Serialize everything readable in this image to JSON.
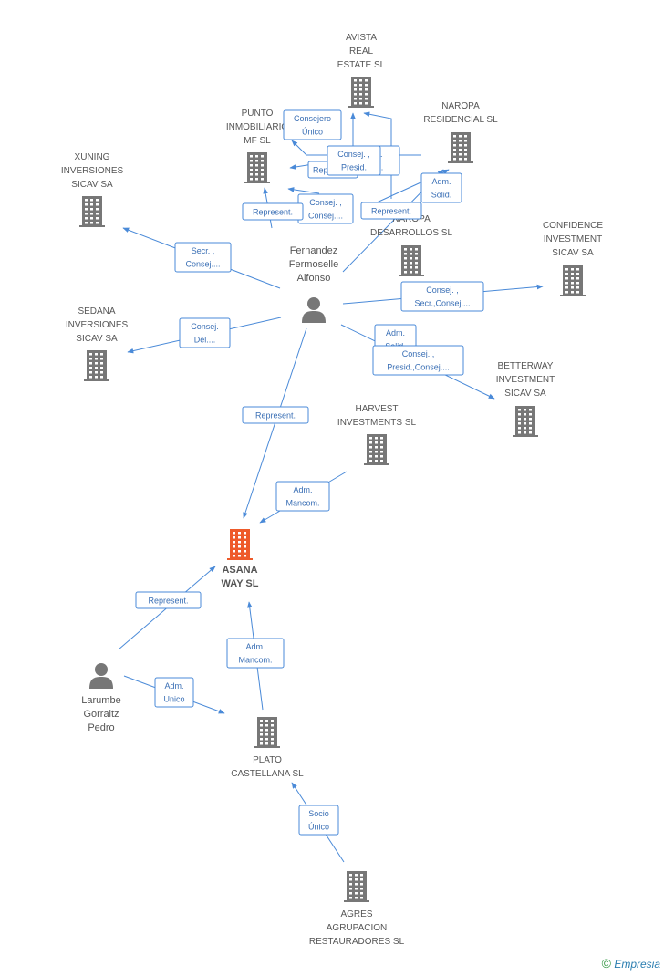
{
  "nodes": [
    {
      "id": "asana",
      "type": "company",
      "main": true,
      "lines": [
        "ASANA",
        "WAY SL"
      ]
    },
    {
      "id": "avista",
      "type": "company",
      "lines": [
        "AVISTA",
        "REAL",
        "ESTATE SL"
      ]
    },
    {
      "id": "naropa_res",
      "type": "company",
      "lines": [
        "NAROPA",
        "RESIDENCIAL SL"
      ]
    },
    {
      "id": "punto",
      "type": "company",
      "lines": [
        "PUNTO",
        "INMOBILIARIO",
        "MF SL"
      ]
    },
    {
      "id": "xuning",
      "type": "company",
      "lines": [
        "XUNING",
        "INVERSIONES",
        "SICAV SA"
      ]
    },
    {
      "id": "naropa_des",
      "type": "company",
      "lines": [
        "NAROPA",
        "DESARROLLOS SL"
      ]
    },
    {
      "id": "confidence",
      "type": "company",
      "lines": [
        "CONFIDENCE",
        "INVESTMENT",
        "SICAV SA"
      ]
    },
    {
      "id": "sedana",
      "type": "company",
      "lines": [
        "SEDANA",
        "INVERSIONES",
        "SICAV SA"
      ]
    },
    {
      "id": "betterway",
      "type": "company",
      "lines": [
        "BETTERWAY",
        "INVESTMENT",
        "SICAV SA"
      ]
    },
    {
      "id": "harvest",
      "type": "company",
      "lines": [
        "HARVEST",
        "INVESTMENTS SL"
      ]
    },
    {
      "id": "plato",
      "type": "company",
      "lines": [
        "PLATO",
        "CASTELLANA SL"
      ]
    },
    {
      "id": "agres",
      "type": "company",
      "lines": [
        "AGRES",
        "AGRUPACION",
        "RESTAURADORES SL"
      ]
    },
    {
      "id": "fernandez",
      "type": "person",
      "lines": [
        "Fernandez",
        "Fermoselle",
        "Alfonso"
      ]
    },
    {
      "id": "larumbe",
      "type": "person",
      "lines": [
        "Larumbe",
        "Gorraitz",
        "Pedro"
      ]
    }
  ],
  "relations": [
    {
      "id": "r1",
      "lines": [
        "Consejero",
        "Único"
      ]
    },
    {
      "id": "r2",
      "lines": [
        "Adm.",
        "Solid."
      ]
    },
    {
      "id": "r3",
      "lines": [
        "Represent."
      ]
    },
    {
      "id": "r4",
      "lines": [
        "Consej. ,",
        "Presid."
      ]
    },
    {
      "id": "r5",
      "lines": [
        "Consej. ,",
        "Consej...."
      ]
    },
    {
      "id": "r6",
      "lines": [
        "Represent."
      ]
    },
    {
      "id": "r7",
      "lines": [
        "Adm.",
        "Solid."
      ]
    },
    {
      "id": "r8",
      "lines": [
        "Represent."
      ]
    },
    {
      "id": "r9",
      "lines": [
        "Secr. ,",
        "Consej...."
      ]
    },
    {
      "id": "r10",
      "lines": [
        "Consej. ,",
        "Secr.,Consej...."
      ]
    },
    {
      "id": "r11",
      "lines": [
        "Consej.",
        "Del...."
      ]
    },
    {
      "id": "r12",
      "lines": [
        "Adm.",
        "Solid."
      ]
    },
    {
      "id": "r13",
      "lines": [
        "Consej. ,",
        "Presid.,Consej...."
      ]
    },
    {
      "id": "r14",
      "lines": [
        "Represent."
      ]
    },
    {
      "id": "r15",
      "lines": [
        "Adm.",
        "Mancom."
      ]
    },
    {
      "id": "r16",
      "lines": [
        "Represent."
      ]
    },
    {
      "id": "r17",
      "lines": [
        "Adm.",
        "Mancom."
      ]
    },
    {
      "id": "r18",
      "lines": [
        "Adm.",
        "Unico"
      ]
    },
    {
      "id": "r19",
      "lines": [
        "Socio",
        "Único"
      ]
    }
  ],
  "footer": {
    "copyright": "©",
    "brand": "Empresia"
  },
  "colors": {
    "company": "#777777",
    "main_company": "#ee5a2a",
    "person": "#777777",
    "edge": "#4a8ad8"
  }
}
